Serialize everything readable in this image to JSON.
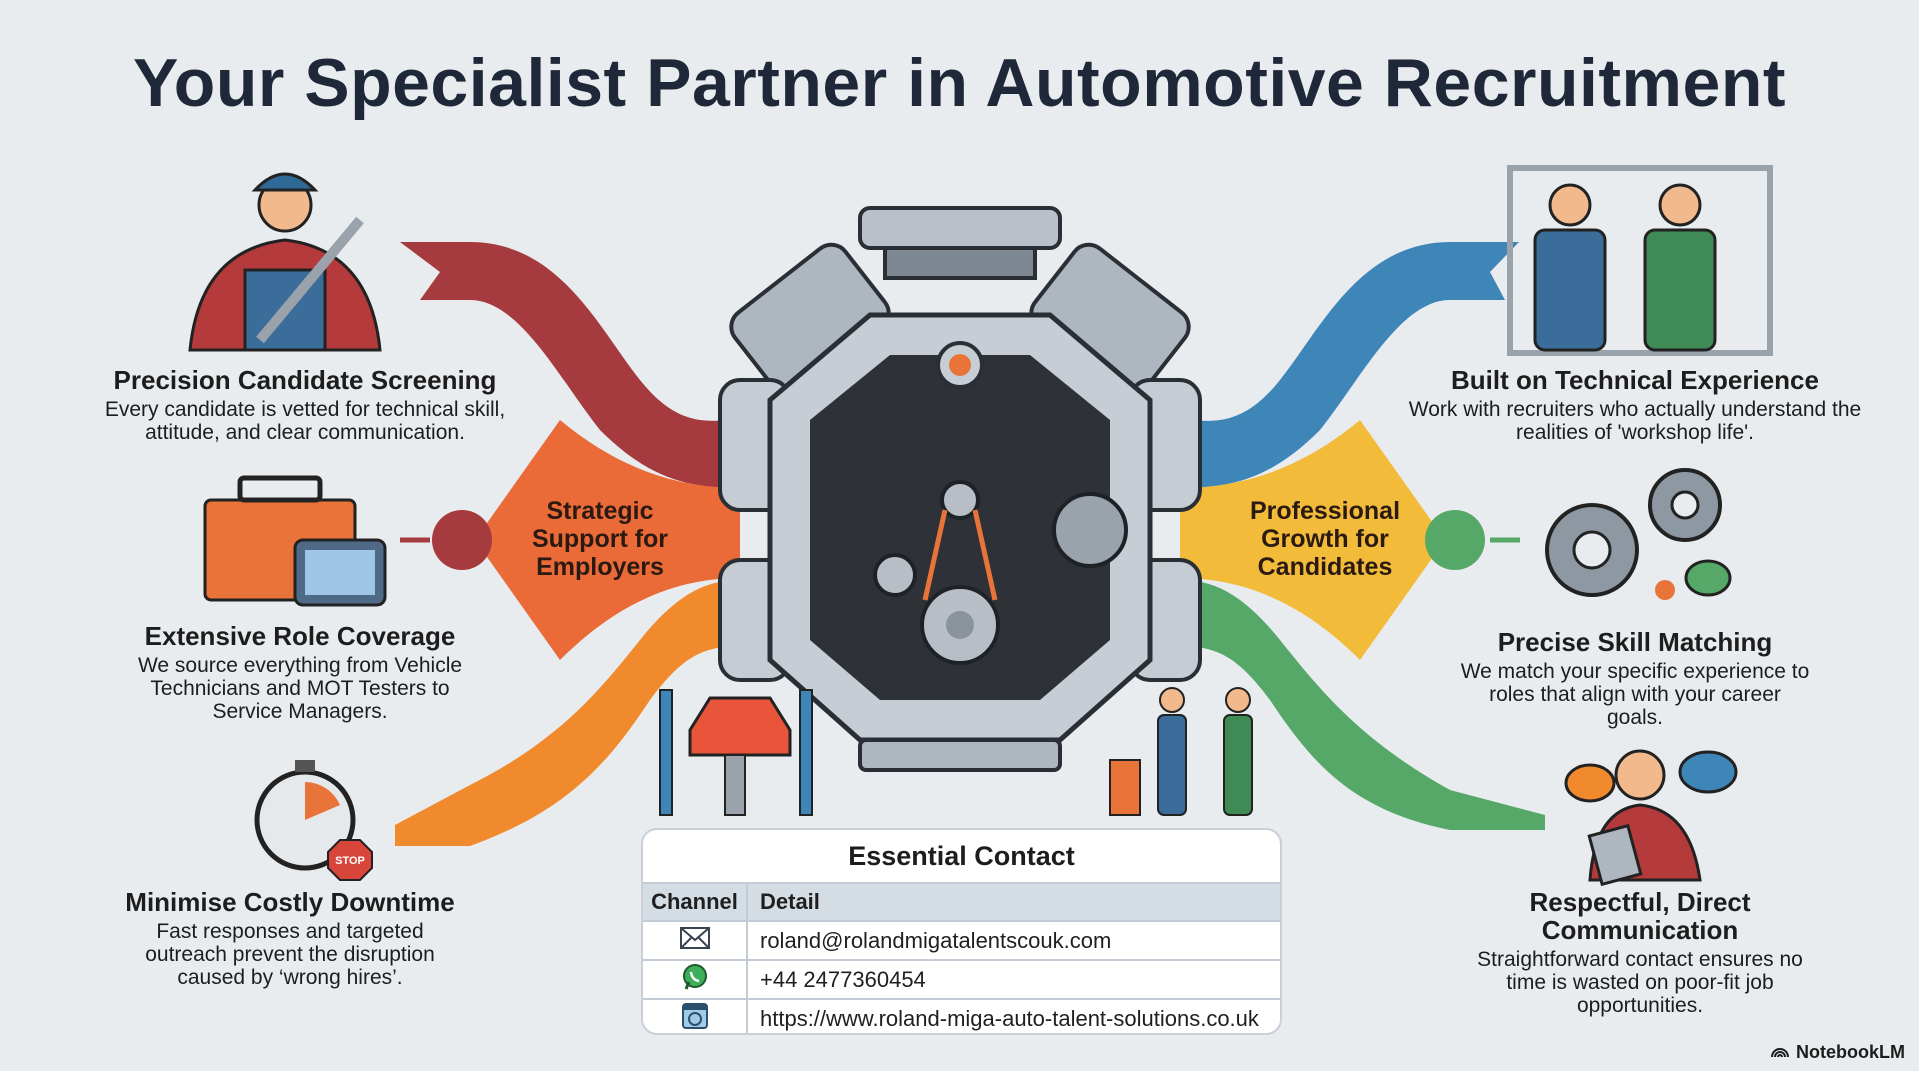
{
  "title": "Your Specialist Partner in Automotive Recruitment",
  "colors": {
    "background": "#e9ecef",
    "title": "#1e2838",
    "red_band": "#a53a3f",
    "orange_hub": "#ea6a38",
    "orange_band": "#f08a2c",
    "blue_band": "#3f86b8",
    "yellow_hub": "#f3bb3a",
    "green_band": "#55a867"
  },
  "hubs": {
    "employers": {
      "label": "Strategic Support for Employers",
      "icon": "employer-hub-node"
    },
    "candidates": {
      "label": "Professional Growth for Candidates",
      "icon": "candidate-hub-node"
    }
  },
  "left_cards": [
    {
      "icon": "mechanic-with-caliper-icon",
      "title": "Precision Candidate Screening",
      "text": "Every candidate is vetted for technical skill, attitude, and clear communication."
    },
    {
      "icon": "toolbox-and-tablet-icon",
      "title": "Extensive Role Coverage",
      "text": "We source everything from Vehicle Technicians and MOT Testers to Service Managers."
    },
    {
      "icon": "stopwatch-stop-icon",
      "title": "Minimise Costly Downtime",
      "text": "Fast responses and targeted outreach prevent the disruption caused by ‘wrong hires’."
    }
  ],
  "right_cards": [
    {
      "icon": "mechanics-handshake-icon",
      "title": "Built on Technical Experience",
      "text": "Work with recruiters who actually understand the realities of 'workshop life'."
    },
    {
      "icon": "gears-and-chat-icon",
      "title": "Precise Skill Matching",
      "text": "We match your specific experience to roles that align with your career goals."
    },
    {
      "icon": "mechanic-with-clipboard-icon",
      "title": "Respectful, Direct Communication",
      "text": "Straightforward contact ensures no time is wasted on poor-fit job opportunities."
    }
  ],
  "center_icon": "v-engine-illustration",
  "contact": {
    "title": "Essential Contact",
    "headers": [
      "Channel",
      "Detail"
    ],
    "rows": [
      {
        "icon": "email-icon",
        "detail": "roland@rolandmigatalentscouk.com"
      },
      {
        "icon": "whatsapp-icon",
        "detail": "+44 2477360454"
      },
      {
        "icon": "website-icon",
        "detail": "https://www.roland-miga-auto-talent-solutions.co.uk"
      }
    ]
  },
  "footer": {
    "brand": "NotebookLM"
  }
}
